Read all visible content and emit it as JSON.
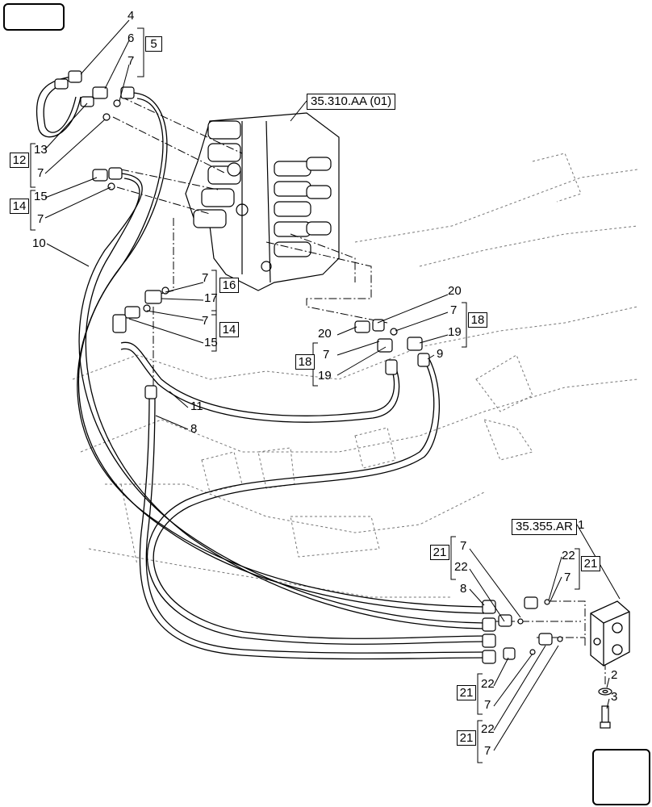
{
  "nav": {
    "top_left_icon": "book-arrow-icon",
    "bottom_right_icon": "next-page-arrow-icon"
  },
  "refs": {
    "valve_ref": "35.310.AA (01)",
    "block_ref": "35.355.AR"
  },
  "callouts": {
    "c1": "1",
    "c2": "2",
    "c3": "3",
    "c4": "4",
    "c6": "6",
    "c7a": "7",
    "c13": "13",
    "c7b": "7",
    "c15": "15",
    "c7c": "7",
    "c10": "10",
    "c7d": "7",
    "c17": "17",
    "c7e": "7",
    "c15b": "15",
    "c20a": "20",
    "c7f": "7",
    "c19a": "19",
    "c9": "9",
    "c20b": "20",
    "c7g": "7",
    "c19b": "19",
    "c11": "11",
    "c8a": "8",
    "c7h": "7",
    "c22a": "22",
    "c8b": "8",
    "c22b": "22",
    "c7i": "7",
    "c22c": "22",
    "c7j": "7",
    "c22d": "22",
    "c7k": "7"
  },
  "boxes": {
    "b5": "5",
    "b12": "12",
    "b14a": "14",
    "b16": "16",
    "b14b": "14",
    "b18a": "18",
    "b18b": "18",
    "b21a": "21",
    "b21b": "21",
    "b21c": "21",
    "b21d": "21"
  }
}
